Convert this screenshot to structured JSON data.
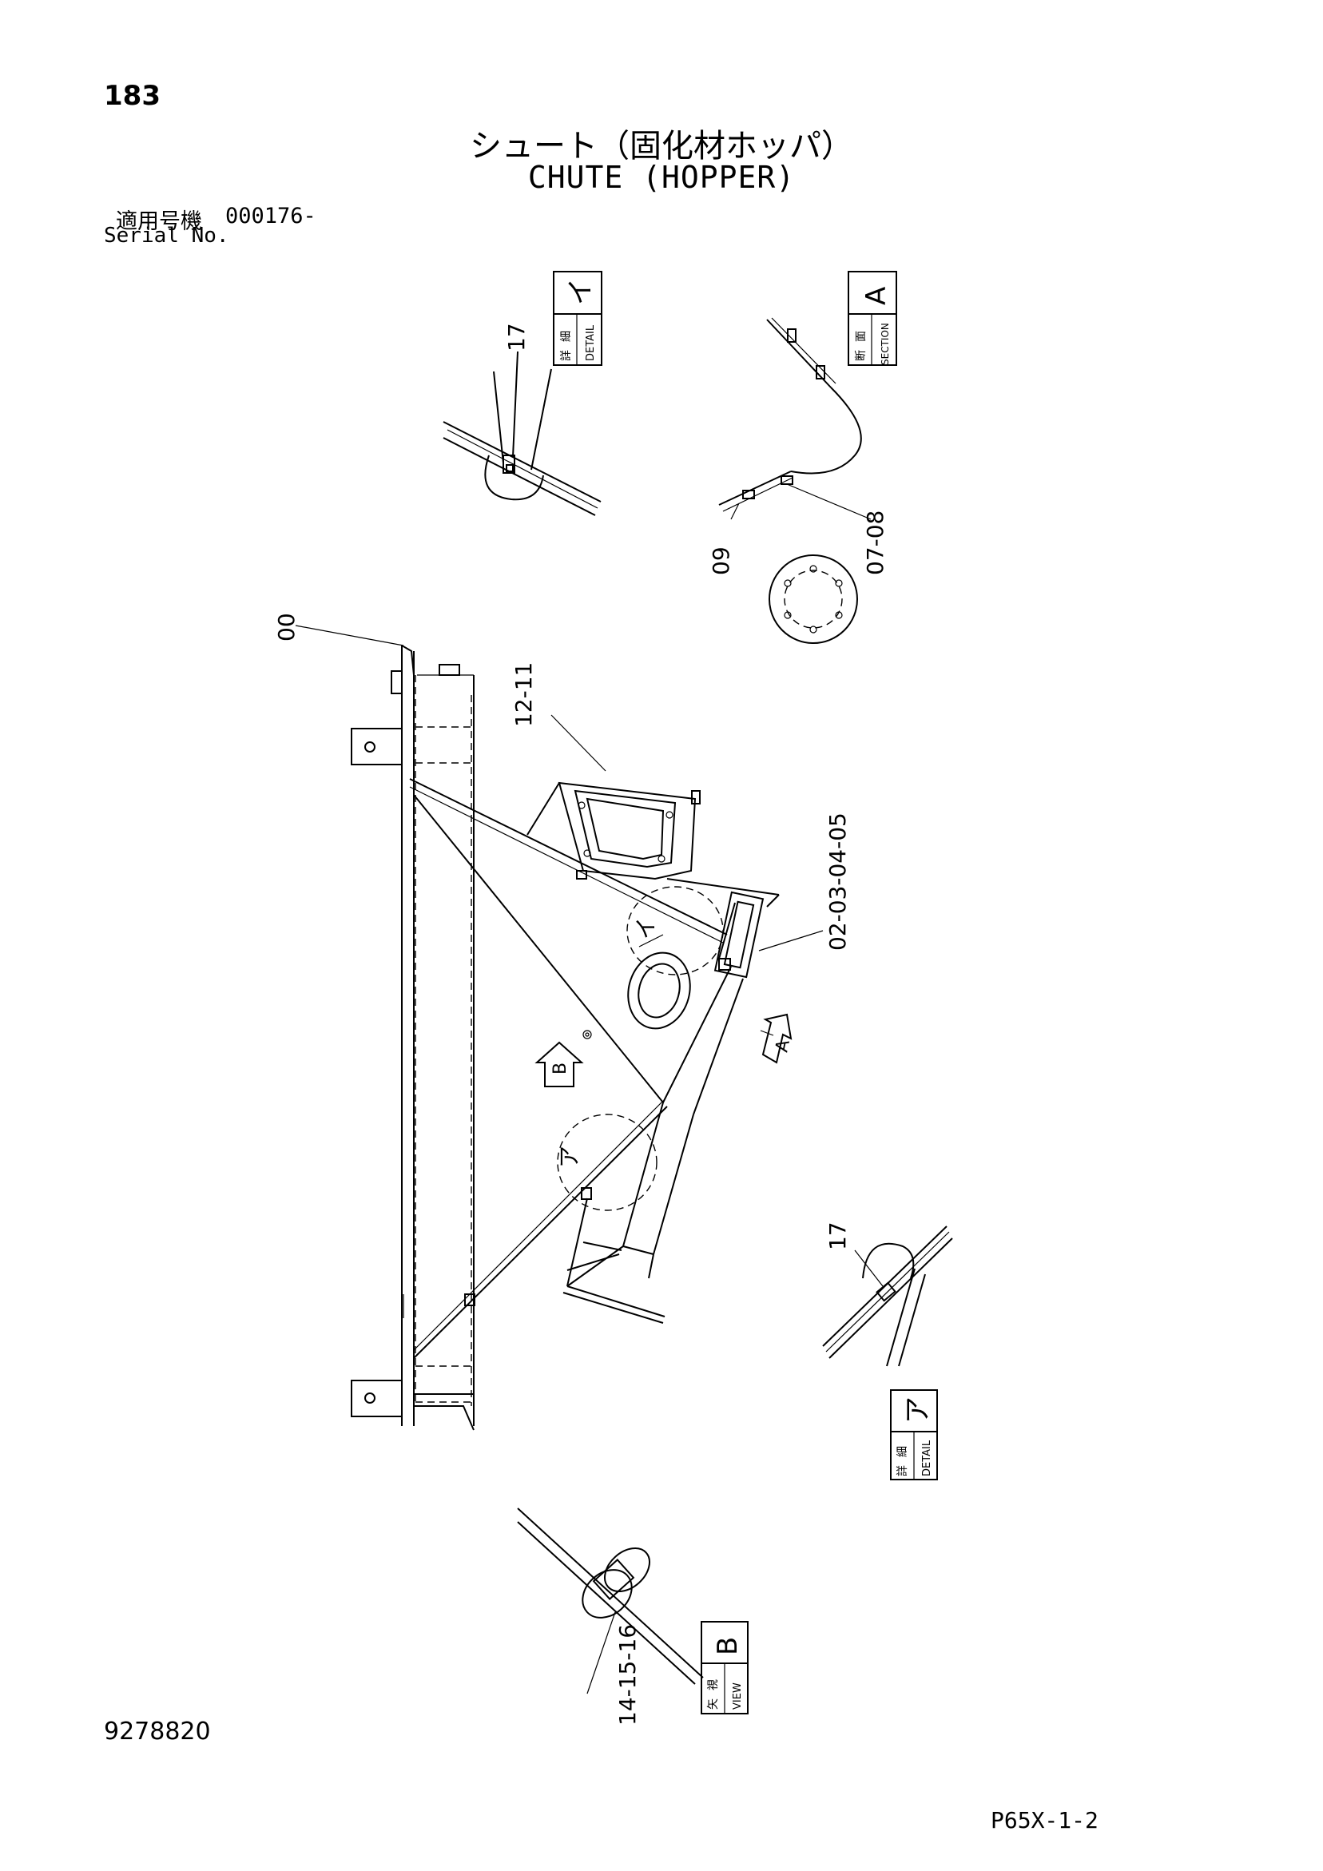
{
  "page": {
    "number": "183",
    "title_jp": "シュート（固化材ホッパ）",
    "title_en": "CHUTE (HOPPER)",
    "serial_label_jp": "適用号機",
    "serial_value": "000176-",
    "serial_label_en": "Serial No.",
    "document_number": "9278820",
    "drawing_code": "P65X-1-2"
  },
  "callouts": {
    "detail_i": {
      "label_jp_1": "詳",
      "label_jp_2": "細",
      "label_en": "DETAIL",
      "mark": "イ"
    },
    "section_a": {
      "label_jp_1": "断",
      "label_jp_2": "面",
      "label_en": "SECTION",
      "mark": "A"
    },
    "detail_a": {
      "label_jp_1": "詳",
      "label_jp_2": "細",
      "label_en": "DETAIL",
      "mark": "ア"
    },
    "view_b": {
      "label_jp_1": "矢",
      "label_jp_2": "視",
      "label_en": "VIEW",
      "mark": "B"
    }
  },
  "part_labels": {
    "p17_top": "17",
    "p09": "09",
    "p07_08": "07-08",
    "p00": "00",
    "p12_11": "12-11",
    "p02_05": "02-03-04-05",
    "p17_bottom": "17",
    "p14_16": "14-15-16",
    "mark_i": "イ",
    "mark_a": "ア",
    "arrow_b": "B",
    "arrow_a": "A"
  }
}
